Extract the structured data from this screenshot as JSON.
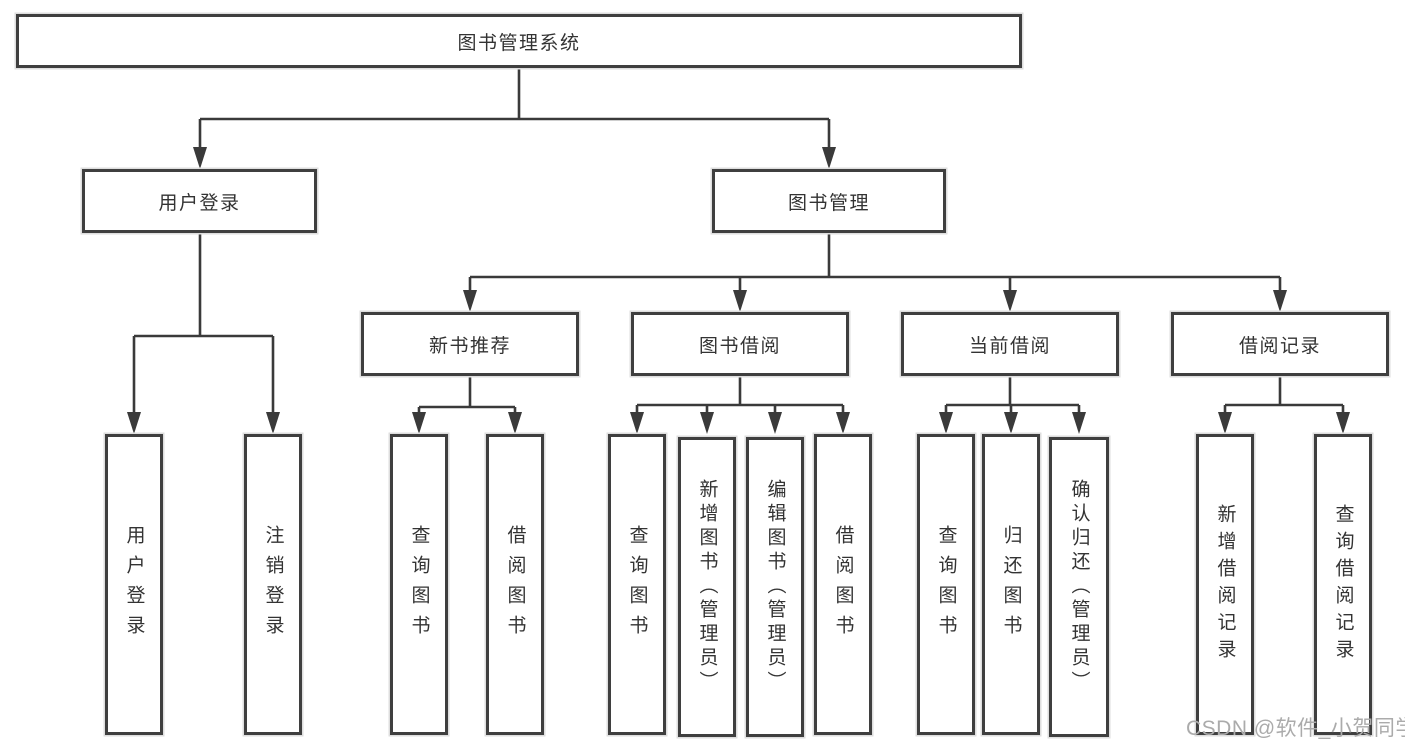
{
  "colors": {
    "line": "#3a3a3a",
    "border": "#3f3f3f",
    "text": "#333333",
    "watermark": "#ababab",
    "background": "#ffffff"
  },
  "watermark": {
    "text": "CSDN @软件_小贺同学"
  },
  "tree": {
    "root": {
      "label": "图书管理系统",
      "children": [
        {
          "label": "用户登录",
          "children": [
            {
              "label": "用户登录"
            },
            {
              "label": "注销登录"
            }
          ]
        },
        {
          "label": "图书管理",
          "children": [
            {
              "label": "新书推荐",
              "children": [
                {
                  "label": "查询图书"
                },
                {
                  "label": "借阅图书"
                }
              ]
            },
            {
              "label": "图书借阅",
              "children": [
                {
                  "label": "查询图书"
                },
                {
                  "label": "新增图书（管理员）"
                },
                {
                  "label": "编辑图书（管理员）"
                },
                {
                  "label": "借阅图书"
                }
              ]
            },
            {
              "label": "当前借阅",
              "children": [
                {
                  "label": "查询图书"
                },
                {
                  "label": "归还图书"
                },
                {
                  "label": "确认归还（管理员）"
                }
              ]
            },
            {
              "label": "借阅记录",
              "children": [
                {
                  "label": "新增借阅记录"
                },
                {
                  "label": "查询借阅记录"
                }
              ]
            }
          ]
        }
      ]
    }
  }
}
